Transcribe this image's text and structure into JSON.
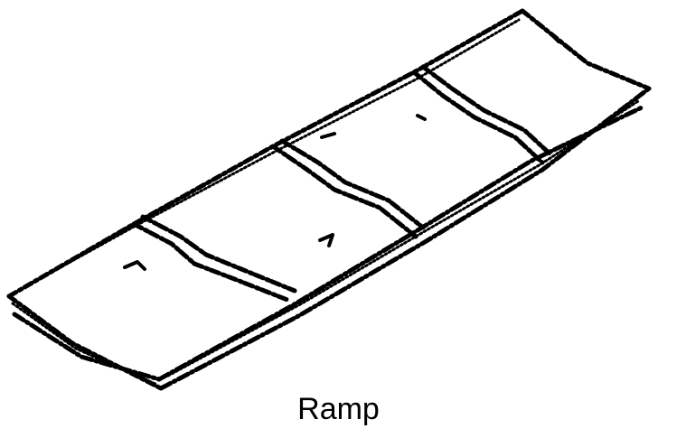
{
  "figure": {
    "caption": "Ramp",
    "subject": "ramp-icon",
    "panel_count": 4,
    "style": "black-and-white dashed line art",
    "colors": {
      "ink": "#000000",
      "background": "#ffffff"
    }
  }
}
